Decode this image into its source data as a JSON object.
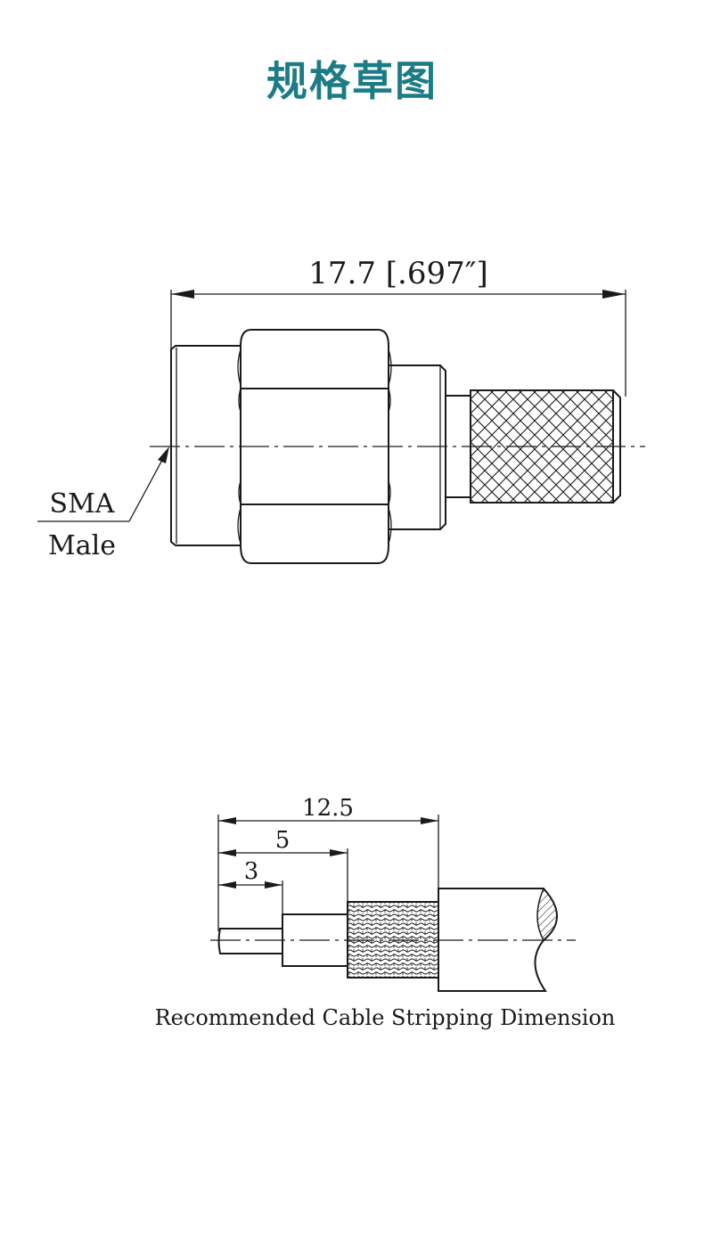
{
  "header": {
    "title": "规格草图",
    "title_color": "#1b7c86"
  },
  "connector": {
    "overall_length_label": "17.7 [.697″]",
    "label_line1": "SMA",
    "label_line2": "Male"
  },
  "stripping": {
    "dim_total": "12.5",
    "dim_middle": "5",
    "dim_inner": "3",
    "caption": "Recommended Cable Stripping Dimension"
  }
}
